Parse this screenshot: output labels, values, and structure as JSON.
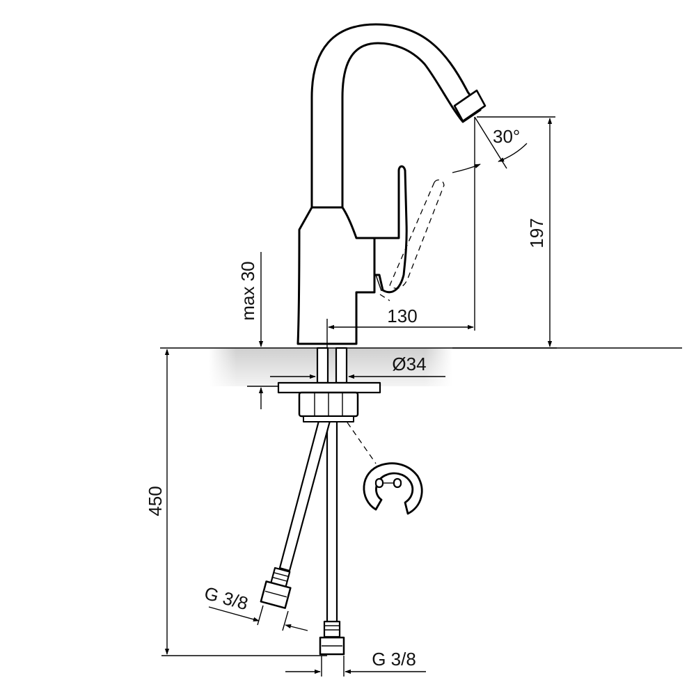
{
  "dimensions": {
    "spout_angle": "30°",
    "spout_height": "197",
    "spout_reach": "130",
    "max_deck": "max 30",
    "body_diameter": "Ø34",
    "hose_length": "450",
    "thread_left": "G 3/8",
    "thread_bottom": "G 3/8"
  },
  "colors": {
    "line": "#000000",
    "counter_shade": "#d0d0d0",
    "background": "#ffffff"
  }
}
